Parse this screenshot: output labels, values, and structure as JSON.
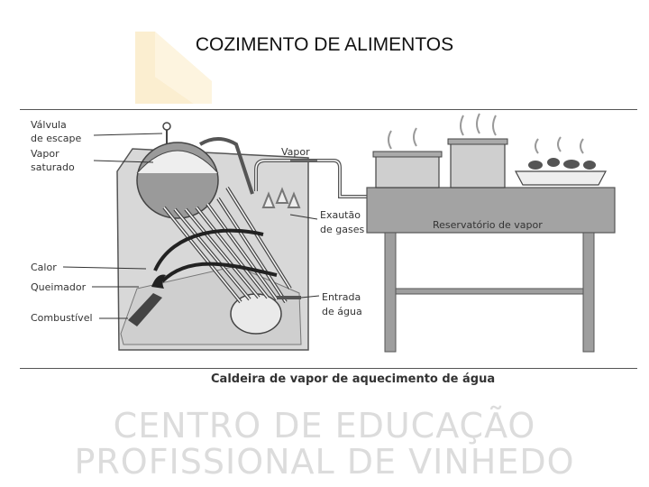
{
  "slide": {
    "title": "COZIMENTO DE ALIMENTOS",
    "caption": "Caldeira de vapor de aquecimento de água",
    "watermark": [
      "CENTRO DE EDUCAÇÃO",
      "PROFISSIONAL DE VINHEDO"
    ]
  },
  "diagram": {
    "labels": {
      "valvula_1": "Válvula",
      "valvula_2": "de escape",
      "vapor_saturado_1": "Vapor",
      "vapor_saturado_2": "saturado",
      "calor": "Calor",
      "queimador": "Queimador",
      "combustivel": "Combustível",
      "vapor": "Vapor",
      "exaustao_1": "Exautão",
      "exaustao_2": "de gases",
      "entrada_1": "Entrada",
      "entrada_2": "de água",
      "reservatorio": "Reservatório de vapor"
    }
  },
  "colors": {
    "logo": "#fbeed0",
    "line": "#555555",
    "boiler": "#c9c9c9",
    "boiler_fill": "#dcdcdc",
    "drum": "#8d8d8d",
    "table": "#9e9e9e",
    "watermark": "#dcdcdc"
  }
}
